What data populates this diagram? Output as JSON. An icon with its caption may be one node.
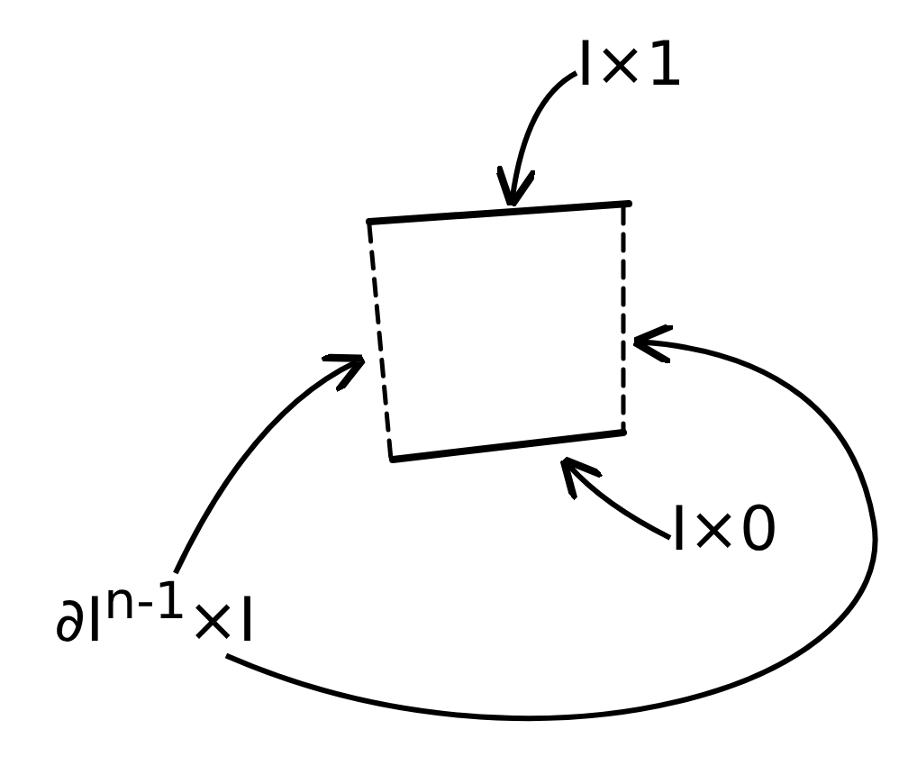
{
  "diagram": {
    "nodes": [
      {
        "text": [
          "I×1"
        ]
      },
      {
        "text": [],
        "shape": "line"
      },
      {
        "text": [],
        "shape": "line"
      },
      {
        "text": [],
        "shape": "line"
      },
      {
        "text": [],
        "shape": "line"
      },
      {
        "text": [
          "I×0"
        ]
      },
      {
        "text": [
          "∂I$^{n-1}$×I"
        ]
      }
    ],
    "edges": [
      {
        "from": 0,
        "to": 1,
        "arrow": "to"
      },
      {
        "from": 6,
        "to": 2,
        "arrow": "to"
      },
      {
        "from": 6,
        "to": 3,
        "arrow": "to"
      },
      {
        "from": 5,
        "to": 4,
        "arrow": "to"
      }
    ]
  }
}
